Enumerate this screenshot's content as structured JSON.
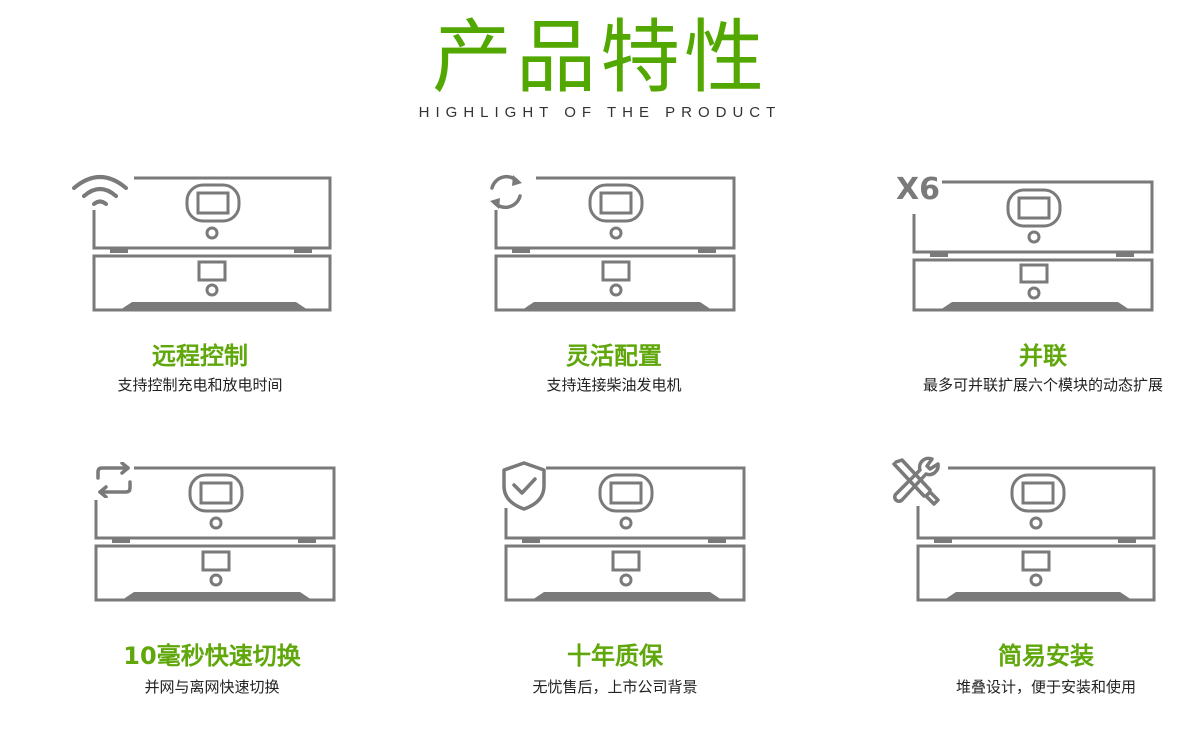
{
  "header": {
    "title": "产品特性",
    "subtitle": "HIGHLIGHT OF THE PRODUCT"
  },
  "colors": {
    "accent": "#52a800",
    "feature_title": "#5fa70a",
    "device_stroke": "#7a7a7a"
  },
  "features": [
    {
      "icon": "wifi-icon",
      "title": "远程控制",
      "desc": "支持控制充电和放电时间"
    },
    {
      "icon": "sync-icon",
      "title": "灵活配置",
      "desc": "支持连接柴油发电机"
    },
    {
      "icon": "x6-badge",
      "badge": "X6",
      "title": "并联",
      "desc": "最多可并联扩展六个模块的动态扩展"
    },
    {
      "icon": "switch-arrows-icon",
      "title": "10毫秒快速切换",
      "desc": "并网与离网快速切换"
    },
    {
      "icon": "shield-check-icon",
      "title": "十年质保",
      "desc": "无忧售后，上市公司背景"
    },
    {
      "icon": "tools-icon",
      "title": "简易安装",
      "desc": "堆叠设计，便于安装和使用"
    }
  ]
}
